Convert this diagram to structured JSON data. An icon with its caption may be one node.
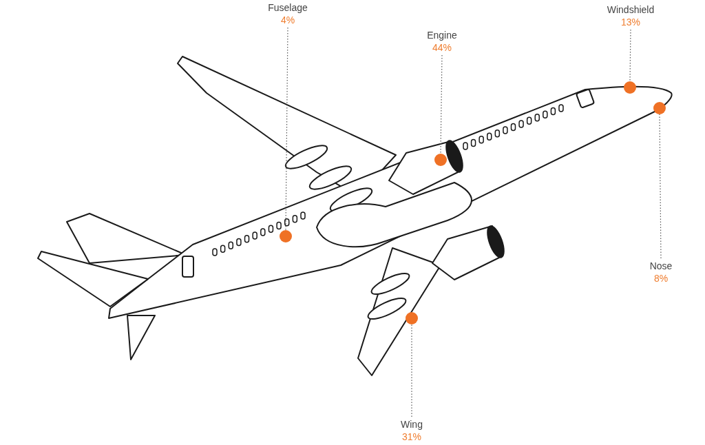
{
  "diagram": {
    "nodes": [
      {
        "text": [
          "Fuselage",
          "4%"
        ]
      },
      {
        "text": [
          "Windshield",
          "13%"
        ]
      },
      {
        "text": [
          "Engine",
          "44%"
        ]
      },
      {
        "text": [
          "Nose",
          "8%"
        ]
      },
      {
        "text": [
          "Wing",
          "31%"
        ]
      },
      {
        "text": [],
        "shape": "circle"
      },
      {
        "text": [],
        "shape": "circle"
      },
      {
        "text": [],
        "shape": "circle"
      },
      {
        "text": [],
        "shape": "circle"
      },
      {
        "text": [],
        "shape": "circle"
      }
    ],
    "edges": [
      {
        "from": 0,
        "to": 5,
        "arrow": "none",
        "style": "dashed"
      },
      {
        "from": 1,
        "to": 8,
        "arrow": "none",
        "style": "dashed"
      },
      {
        "from": 2,
        "to": 7,
        "arrow": "none",
        "style": "dashed"
      },
      {
        "from": 3,
        "to": 9,
        "arrow": "none",
        "style": "dashed"
      },
      {
        "from": 4,
        "to": 6,
        "arrow": "none",
        "style": "dashed"
      }
    ]
  }
}
